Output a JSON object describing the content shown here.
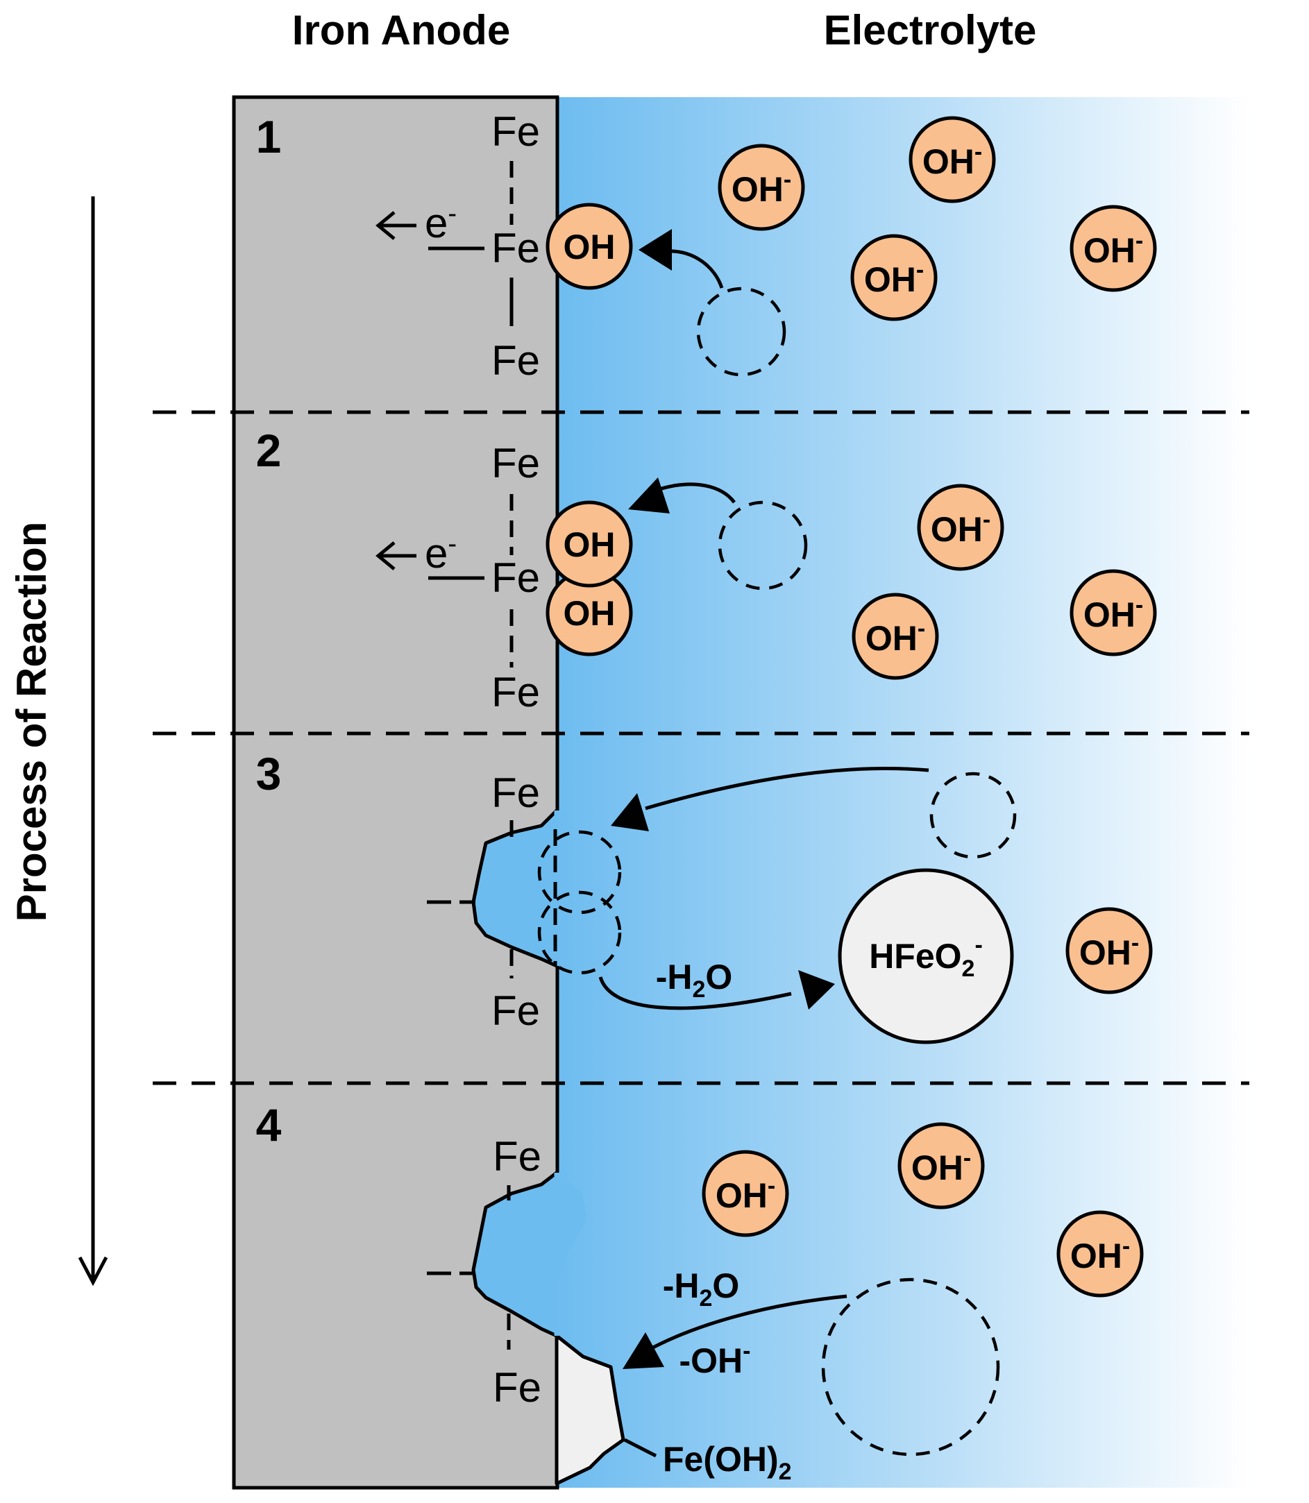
{
  "headers": {
    "anode": "Iron Anode",
    "electrolyte": "Electrolyte",
    "process": "Process of Reaction"
  },
  "steps": {
    "s1": {
      "number": "1",
      "fe_top": "Fe",
      "fe_mid": "Fe",
      "fe_bottom": "Fe",
      "electron": "e",
      "electron_sup": "-",
      "adsorbed_1": "OH"
    },
    "s2": {
      "number": "2",
      "fe_top": "Fe",
      "fe_mid": "Fe",
      "fe_bottom": "Fe",
      "electron": "e",
      "electron_sup": "-",
      "adsorbed_1": "OH",
      "adsorbed_2": "OH"
    },
    "s3": {
      "number": "3",
      "fe_top": "Fe",
      "fe_bottom": "Fe",
      "water_loss": "-H",
      "water_sub": "2",
      "water_tail": "O",
      "product": "HFeO",
      "product_sub": "2",
      "product_sup": "-"
    },
    "s4": {
      "number": "4",
      "fe_top": "Fe",
      "fe_bottom": "Fe",
      "water_loss": "-H",
      "water_sub": "2",
      "water_tail": "O",
      "oh_loss": "-OH",
      "oh_loss_sup": "-",
      "precipitate": "Fe(OH)",
      "precipitate_sub": "2"
    }
  },
  "ions": {
    "label": "OH",
    "sup": "-"
  },
  "colors": {
    "anode_fill": "#c0c0c0",
    "electrolyte_dark": "#6dbcf0",
    "electrolyte_light": "#ffffff",
    "ion_fill": "#f9bf8f",
    "product_fill": "#f0f0f0"
  }
}
